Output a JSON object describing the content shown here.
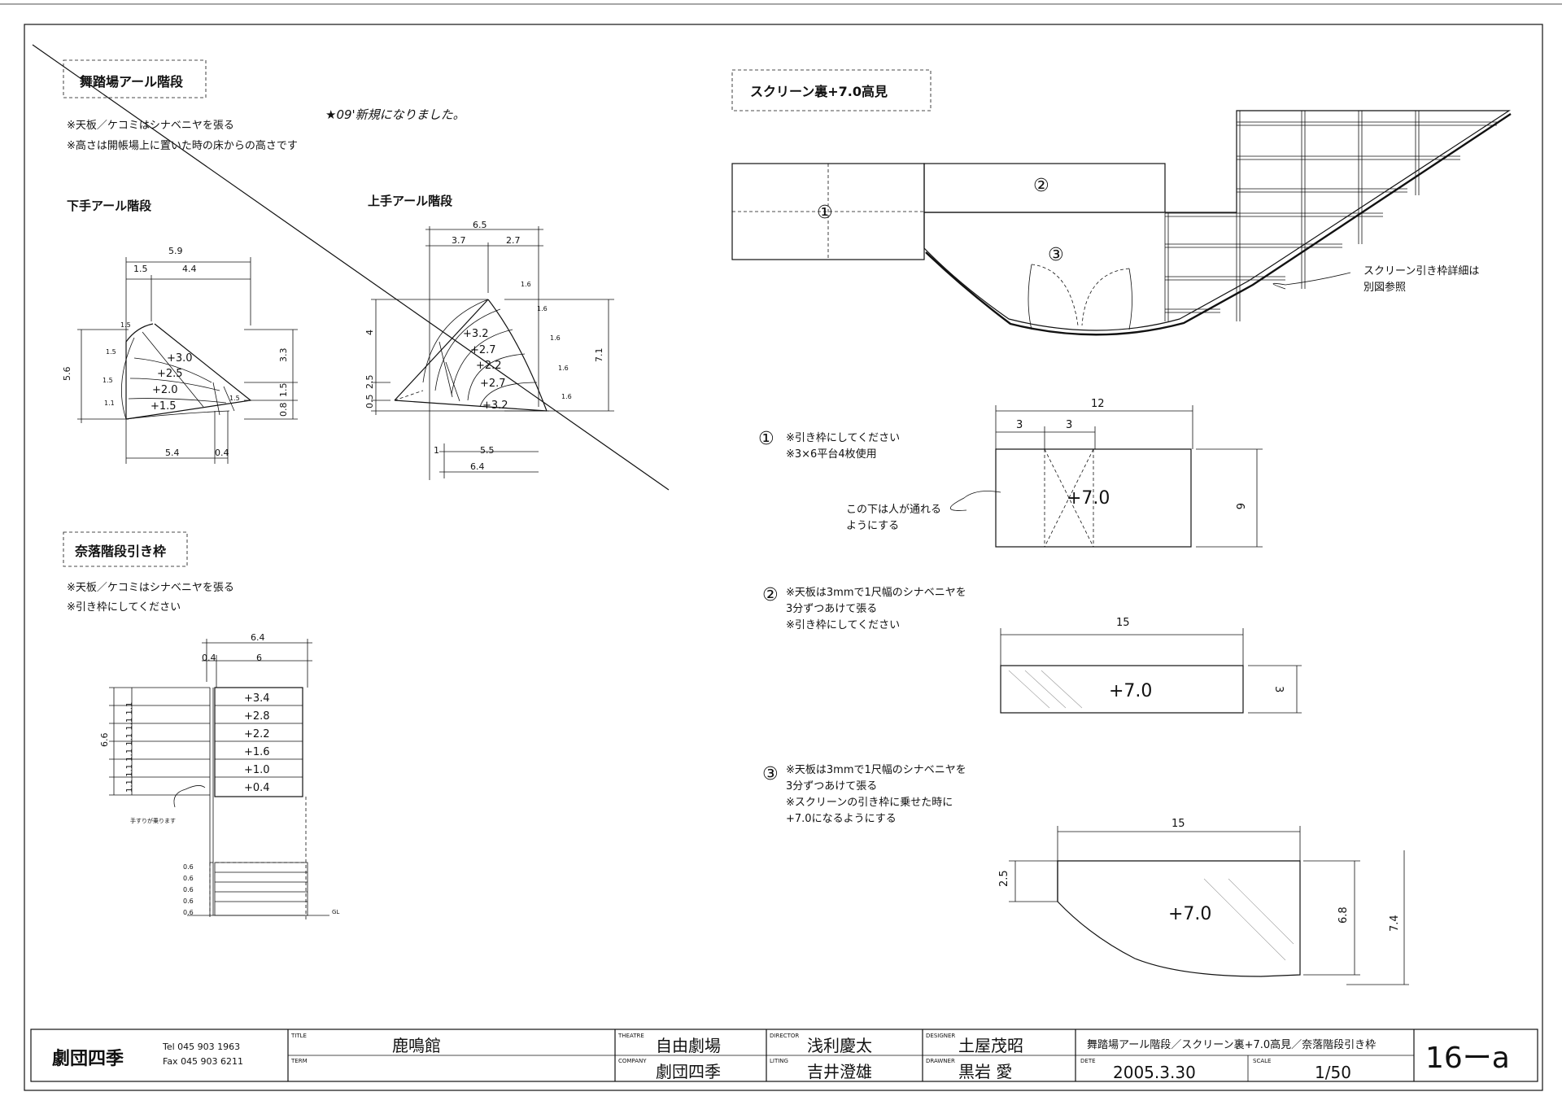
{
  "sections": {
    "arc_stairs": {
      "title": "舞踏場アール階段",
      "notes": [
        "※天板／ケコミはシナベニヤを張る",
        "※高さは開帳場上に置いた時の床からの高さです"
      ],
      "handwritten_note": "★09'新規になりました。",
      "left_title": "下手アール階段",
      "right_title": "上手アール階段"
    },
    "pit_stairs": {
      "title": "奈落階段引き枠",
      "notes": [
        "※天板／ケコミはシナベニヤを張る",
        "※引き枠にしてください"
      ],
      "handrail_note": "手すりが乗ります"
    },
    "screen_back": {
      "title": "スクリーン裏+7.0高見",
      "detail_note": [
        "スクリーン引き枠詳細は",
        "別図参照"
      ],
      "item1": {
        "num": "①",
        "notes": [
          "※引き枠にしてください",
          "※3×6平台4枚使用"
        ],
        "pass_note": [
          "この下は人が通れる",
          "ようにする"
        ]
      },
      "item2": {
        "num": "②",
        "notes": [
          "※天板は3mmで1尺幅のシナベニヤを",
          "3分ずつあけて張る",
          "※引き枠にしてください"
        ]
      },
      "item3": {
        "num": "③",
        "notes": [
          "※天板は3mmで1尺幅のシナベニヤを",
          "3分ずつあけて張る",
          "※スクリーンの引き枠に乗せた時に",
          "+7.0になるようにする"
        ]
      }
    }
  },
  "dims": {
    "left_stair": {
      "top_w": "5.9",
      "top_a": "1.5",
      "top_b": "4.4",
      "bot_a": "5.4",
      "bot_b": "0.4",
      "h_total": "5.6",
      "r1": "3.3",
      "r2": "1.5",
      "r3": "0.8",
      "steps": [
        "+3.0",
        "+2.5",
        "+2.0",
        "+1.5"
      ],
      "small": [
        "1.5",
        "1.5",
        "1.5",
        "1.1",
        "1.5"
      ]
    },
    "right_stair": {
      "top_w": "6.5",
      "top_a": "3.7",
      "top_b": "2.7",
      "bot_a": "1",
      "bot_b": "5.5",
      "bot_w": "6.4",
      "l1": "4",
      "l2": "2.5",
      "l3": "0.5",
      "r_total": "7.1",
      "steps": [
        "+3.2",
        "+2.7",
        "+2.2",
        "+2.7",
        "+3.2"
      ],
      "small": [
        "1.6",
        "1.6",
        "1.6",
        "1.6",
        "1.6"
      ]
    },
    "pit_stair": {
      "w_total": "6.4",
      "w_a": "0.4",
      "w_b": "6",
      "h_total": "6.6",
      "h_steps": "1.1 1.1 1.1 1.1 1.1 1.1",
      "steps": [
        "+3.4",
        "+2.8",
        "+2.2",
        "+1.6",
        "+1.0",
        "+0.4"
      ],
      "gl": "GL",
      "small": [
        "0.6",
        "0.6",
        "0.6",
        "0.6",
        "0.6"
      ]
    },
    "screen_labels": [
      "①",
      "②",
      "③"
    ],
    "p1": {
      "w": "12",
      "a": "3",
      "b": "3",
      "h": "6",
      "val": "+7.0"
    },
    "p2": {
      "w": "15",
      "h": "3",
      "val": "+7.0"
    },
    "p3": {
      "w": "15",
      "h1": "2.5",
      "h2": "6.8",
      "h3": "7.4",
      "val": "+7.0"
    }
  },
  "titleblock": {
    "company": "劇団四季",
    "tel": "Tel  045 903 1963",
    "fax": "Fax 045 903 6211",
    "title_lbl": "TITLE",
    "title_val": "鹿鳴館",
    "term_lbl": "TERM",
    "term_val": "",
    "theatre_lbl": "THEATRE",
    "theatre_val": "自由劇場",
    "company_lbl": "COMPANY",
    "company_val": "劇団四季",
    "director_lbl": "DIRECTOR",
    "director_val": "浅利慶太",
    "liting_lbl": "LITING",
    "liting_val": "吉井澄雄",
    "designer_lbl": "DESIGNER",
    "designer_val": "土屋茂昭",
    "drawner_lbl": "DRAWNER",
    "drawner_val": "黒岩 愛",
    "desc": "舞踏場アール階段／スクリーン裏+7.0高見／奈落階段引き枠",
    "date_lbl": "DETE",
    "date_val": "2005.3.30",
    "scale_lbl": "SCALE",
    "scale_val": "1/50",
    "sheet_no": "16ーa"
  },
  "colors": {
    "ink": "#111111",
    "paper": "#ffffff"
  }
}
